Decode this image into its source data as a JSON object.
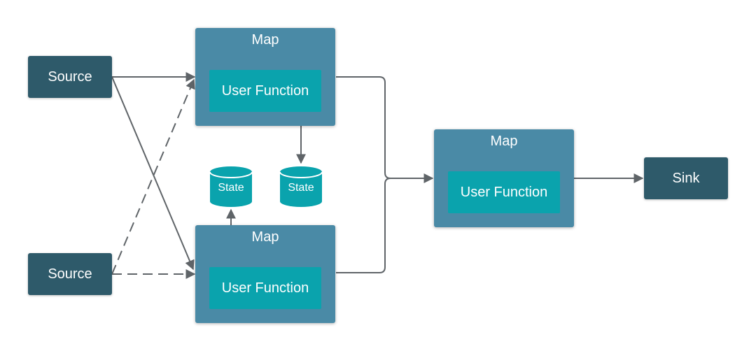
{
  "colors": {
    "source_sink_fill": "#2e5a6a",
    "map_fill": "#4a8aa6",
    "user_function_fill": "#0aa3ad",
    "state_fill": "#0aa3ad",
    "edge": "#5f6468"
  },
  "nodes": {
    "source_top": "Source",
    "source_bottom": "Source",
    "map_top": {
      "label": "Map",
      "function": "User Function"
    },
    "map_bottom": {
      "label": "Map",
      "function": "User Function"
    },
    "map_right": {
      "label": "Map",
      "function": "User Function"
    },
    "state_left": "State",
    "state_right": "State",
    "sink": "Sink"
  },
  "edges": [
    {
      "from": "source_top",
      "to": "map_top",
      "style": "solid"
    },
    {
      "from": "source_top",
      "to": "map_bottom",
      "style": "solid"
    },
    {
      "from": "source_bottom",
      "to": "map_top",
      "style": "dashed"
    },
    {
      "from": "source_bottom",
      "to": "map_bottom",
      "style": "dashed"
    },
    {
      "from": "map_top",
      "to": "map_right",
      "style": "solid"
    },
    {
      "from": "map_bottom",
      "to": "map_right",
      "style": "solid"
    },
    {
      "from": "map_right",
      "to": "sink",
      "style": "solid"
    },
    {
      "from": "map_top.function",
      "to": "state_right",
      "style": "solid",
      "bidirectional": true
    },
    {
      "from": "map_bottom.function",
      "to": "state_left",
      "style": "solid",
      "bidirectional": true
    }
  ]
}
